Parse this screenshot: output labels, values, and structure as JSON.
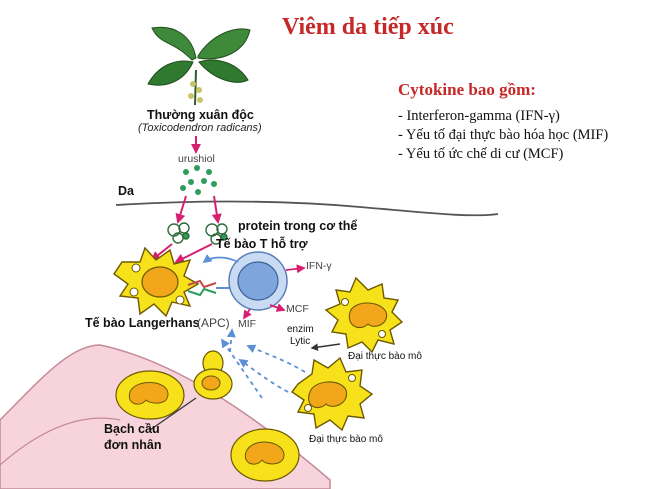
{
  "title": "Viêm da tiếp xúc",
  "cytokines": {
    "heading": "Cytokine bao gồm:",
    "items": [
      "- Interferon-gamma (IFN-γ)",
      "- Yếu tố đại thực bào hóa học (MIF)",
      "- Yếu tố ức chế di cư (MCF)"
    ]
  },
  "labels": {
    "plant_name": "Thường xuân độc",
    "plant_latin": "(Toxicodendron radicans)",
    "urushiol": "urushiol",
    "skin": "Da",
    "body_protein": "protein trong cơ thể",
    "helper_t": "Tế bào T hỗ trợ",
    "ifn": "IFN-γ",
    "mcf": "MCF",
    "mif": "MIF",
    "langerhans": "Tế bào Langerhans",
    "apc": "(APC)",
    "enzyme": "enzim",
    "lytic": "Lytic",
    "macrophage_1": "Đại thực bào mô",
    "macrophage_2": "Đại thực bào mô",
    "monocyte_1": "Bạch cầu",
    "monocyte_2": "đơn nhân"
  },
  "colors": {
    "title": "#c62828",
    "cell_yellow": "#f7e11a",
    "nucleus_orange": "#f2a71b",
    "leaf_green": "#3f8a3a",
    "urushiol_green": "#2e9d5c",
    "arrow_magenta": "#d6206f",
    "arrow_blue": "#5b8fd6",
    "t_cell_blue": "#7fa6dc",
    "vessel_pink": "#f7d3dc"
  }
}
